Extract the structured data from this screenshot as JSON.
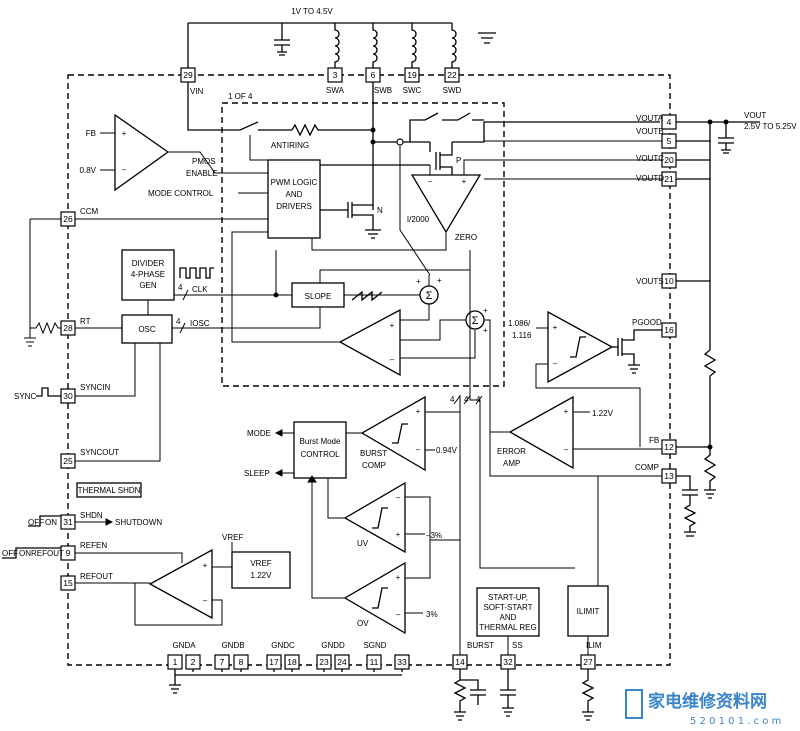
{
  "supply_label": "1V TO 4.5V",
  "output_label": "VOUT",
  "output_range": "2.5V TO 5.25V",
  "block_group_label": "1 OF 4",
  "pins": {
    "vin": {
      "num": "29",
      "name": "VIN"
    },
    "swa": {
      "num": "3",
      "name": "SWA"
    },
    "swb": {
      "num": "6",
      "name": "SWB"
    },
    "swc": {
      "num": "19",
      "name": "SWC"
    },
    "swd": {
      "num": "22",
      "name": "SWD"
    },
    "vouta": {
      "num": "4",
      "name": "VOUTA"
    },
    "voutb": {
      "num": "5",
      "name": "VOUTB"
    },
    "voutc": {
      "num": "20",
      "name": "VOUTC"
    },
    "voutd": {
      "num": "21",
      "name": "VOUTD"
    },
    "vouts": {
      "num": "10",
      "name": "VOUTS"
    },
    "pgood": {
      "num": "16",
      "name": "PGOOD"
    },
    "fb": {
      "num": "12",
      "name": "FB"
    },
    "comp": {
      "num": "13",
      "name": "COMP"
    },
    "ccm": {
      "num": "26",
      "name": "CCM"
    },
    "rt": {
      "num": "28",
      "name": "RT"
    },
    "syncin": {
      "num": "30",
      "name": "SYNCIN"
    },
    "syncout": {
      "num": "25",
      "name": "SYNCOUT"
    },
    "shdn": {
      "num": "31",
      "name": "SHDN"
    },
    "refen": {
      "num": "9",
      "name": "REFEN"
    },
    "refout": {
      "num": "15",
      "name": "REFOUT"
    },
    "burst": {
      "num": "14",
      "name": "BURST"
    },
    "ss": {
      "num": "32",
      "name": "SS"
    },
    "ilim": {
      "num": "27",
      "name": "ILIM"
    },
    "gnda": {
      "nums": [
        "1",
        "2"
      ],
      "name": "GNDA"
    },
    "gndb": {
      "nums": [
        "7",
        "8"
      ],
      "name": "GNDB"
    },
    "gndc": {
      "nums": [
        "17",
        "18"
      ],
      "name": "GNDC"
    },
    "gndd": {
      "nums": [
        "23",
        "24"
      ],
      "name": "GNDD"
    },
    "sgnd": {
      "nums": [
        "11",
        "33"
      ],
      "name": "SGND"
    }
  },
  "blocks": {
    "pwm_logic": [
      "PWM LOGIC",
      "AND",
      "DRIVERS"
    ],
    "divider": [
      "DIVIDER",
      "4-PHASE",
      "GEN"
    ],
    "osc": "OSC",
    "slope": "SLOPE",
    "burst_ctrl": [
      "Burst Mode",
      "CONTROL"
    ],
    "vref": [
      "VREF",
      "1.22V"
    ],
    "startup": [
      "START-UP,",
      "SOFT-START",
      "AND",
      "THERMAL REG"
    ],
    "ilimit": "ILIMIT",
    "thermal": "THERMAL SHDN"
  },
  "labels": {
    "fb_in": "FB",
    "ref_08": "0.8V",
    "pmos_enable": [
      "PMOS",
      "ENABLE"
    ],
    "mode_control": "MODE CONTROL",
    "antiring": "ANTIRING",
    "pmos": "P",
    "nmos": "N",
    "i_ratio": "I/2000",
    "zero": "ZERO",
    "clk_bus": "4",
    "clk": "CLK",
    "iosc_bus": "4",
    "iosc": "IOSC",
    "sync": "SYNC",
    "pgood_thresh": [
      "1.086/",
      "1.116"
    ],
    "ea_ref": "1.22V",
    "error_amp": [
      "ERROR",
      "AMP"
    ],
    "bus_4a": "4",
    "bus_4b": "4",
    "bus_4c": "4",
    "mode": "MODE",
    "sleep": "SLEEP",
    "burst_comp": [
      "BURST",
      "COMP"
    ],
    "burst_ref": "0.94V",
    "uv": "UV",
    "uv_ref": "–3%",
    "ov": "OV",
    "ov_ref": "3%",
    "vref_label": "VREF",
    "shutdown": "SHUTDOWN",
    "off_on_1": [
      "OFF",
      "ON"
    ],
    "off_on_2": [
      "OFF",
      "ON",
      "REFOUT"
    ],
    "plus": "+",
    "minus": "–",
    "sigma": "Σ"
  },
  "watermark": {
    "main": "家电维修资料网",
    "sub": "5 2 0 1 0 1 . c o m"
  }
}
